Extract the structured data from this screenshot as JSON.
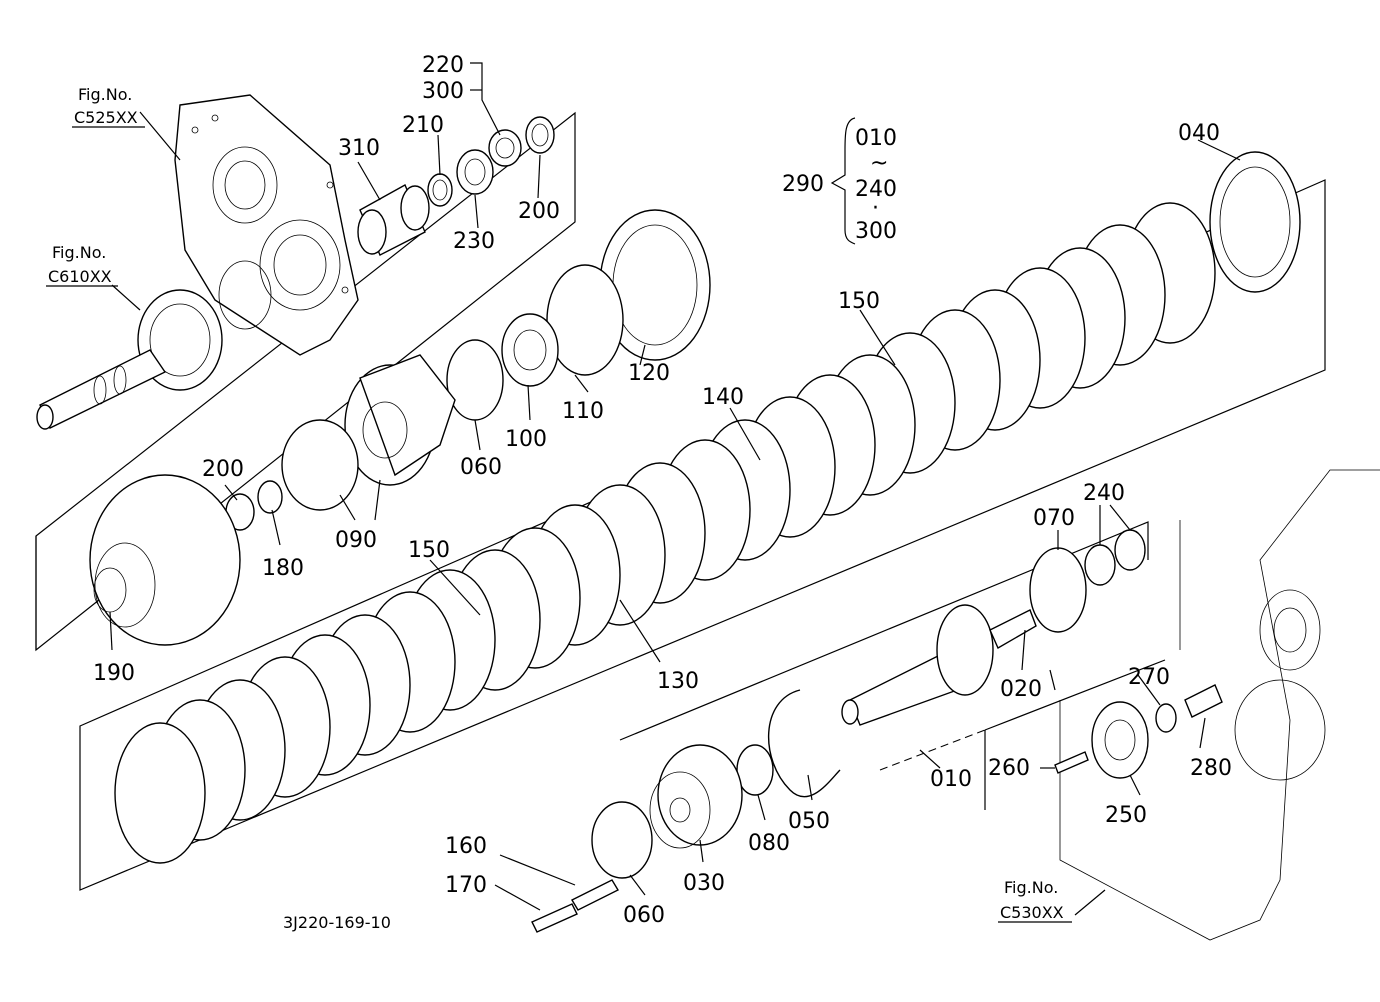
{
  "figure": {
    "drawing_code": "3J220-169-10",
    "fig_refs": [
      {
        "lines": [
          "Fig.No.",
          "C525XX"
        ]
      },
      {
        "lines": [
          "Fig.No.",
          "C610XX"
        ]
      },
      {
        "lines": [
          "Fig.No.",
          "C530XX"
        ]
      }
    ],
    "assembly_bracket": {
      "label": "290",
      "range": [
        "010",
        "~",
        "240",
        "·",
        "300"
      ]
    },
    "part_labels": [
      "220",
      "300",
      "210",
      "310",
      "230",
      "200",
      "040",
      "150",
      "120",
      "110",
      "100",
      "060",
      "140",
      "200",
      "180",
      "090",
      "070",
      "240",
      "150",
      "190",
      "130",
      "020",
      "010",
      "270",
      "280",
      "260",
      "250",
      "160",
      "170",
      "060",
      "030",
      "080",
      "050"
    ]
  }
}
